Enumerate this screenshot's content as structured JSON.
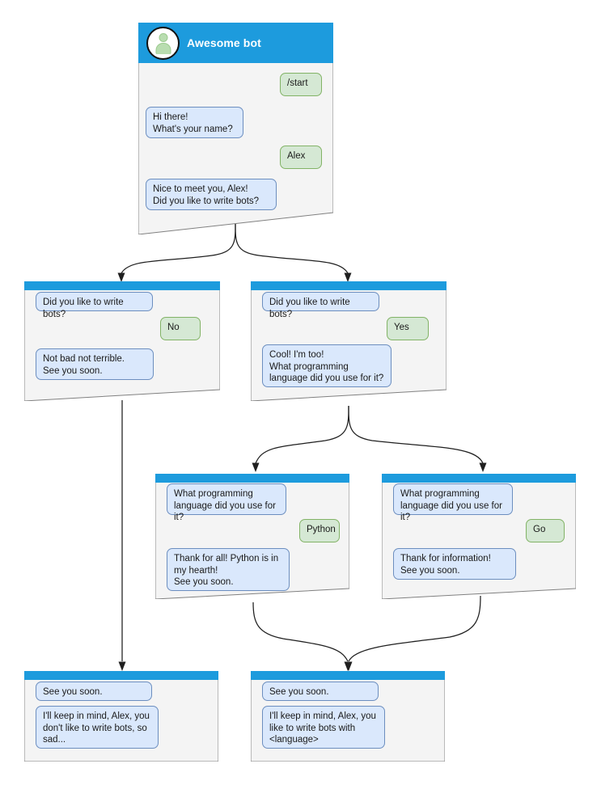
{
  "diagram": {
    "title": "Awesome bot conversation flow",
    "colors": {
      "header_blue": "#1d9bdd",
      "panel_bg": "#f4f4f4",
      "panel_border": "#808080",
      "bot_bubble_fill": "#dae8fc",
      "bot_bubble_border": "#6c8ebf",
      "user_bubble_fill": "#d5e8d4",
      "user_bubble_border": "#82b366",
      "avatar_fill": "#b9ddb0",
      "edge": "#1f1f1f"
    }
  },
  "nodes": {
    "root": {
      "id": "root",
      "bot_name": "Awesome bot",
      "avatar_icon": "person-avatar-icon",
      "messages": [
        {
          "role": "user",
          "text": "/start"
        },
        {
          "role": "bot",
          "text": "Hi there!\nWhat's your name?"
        },
        {
          "role": "user",
          "text": "Alex"
        },
        {
          "role": "bot",
          "text": "Nice to meet you, Alex!\nDid you like to write bots?"
        }
      ]
    },
    "no_branch": {
      "id": "no_branch",
      "messages": [
        {
          "role": "bot",
          "text": "Did you like to write bots?"
        },
        {
          "role": "user",
          "text": "No"
        },
        {
          "role": "bot",
          "text": "Not bad not terrible.\nSee you soon."
        }
      ]
    },
    "yes_branch": {
      "id": "yes_branch",
      "messages": [
        {
          "role": "bot",
          "text": "Did you like to write bots?"
        },
        {
          "role": "user",
          "text": "Yes"
        },
        {
          "role": "bot",
          "text": "Cool! I'm too!\nWhat programming\nlanguage did you use for it?"
        }
      ]
    },
    "python_branch": {
      "id": "python_branch",
      "messages": [
        {
          "role": "bot",
          "text": "What programming\nlanguage did you use for it?"
        },
        {
          "role": "user",
          "text": "Python"
        },
        {
          "role": "bot",
          "text": "Thank for all! Python is in\nmy hearth!\nSee you soon."
        }
      ]
    },
    "go_branch": {
      "id": "go_branch",
      "messages": [
        {
          "role": "bot",
          "text": "What programming\nlanguage did you use for it?"
        },
        {
          "role": "user",
          "text": "Go"
        },
        {
          "role": "bot",
          "text": "Thank for information!\nSee you soon."
        }
      ]
    },
    "end_sad": {
      "id": "end_sad",
      "messages": [
        {
          "role": "bot",
          "text": "See you soon."
        },
        {
          "role": "bot",
          "text": "I'll keep in mind, Alex, you\ndon't like to write bots, so\nsad..."
        }
      ]
    },
    "end_happy": {
      "id": "end_happy",
      "messages": [
        {
          "role": "bot",
          "text": "See you soon."
        },
        {
          "role": "bot",
          "text": "I'll keep in mind, Alex, you\nlike to write bots with\n<language>"
        }
      ]
    }
  }
}
